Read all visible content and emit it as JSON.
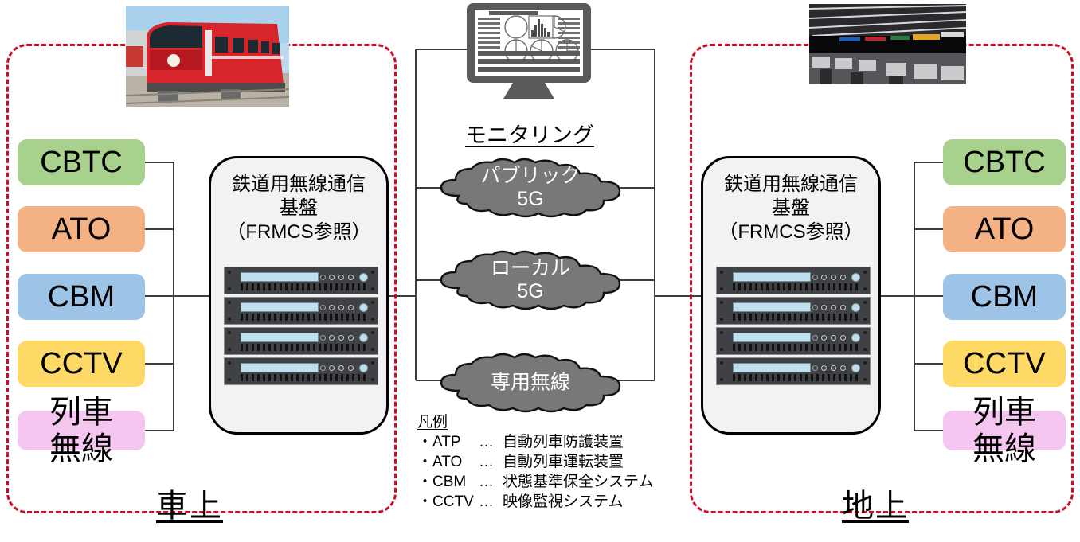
{
  "zones": {
    "onboard": {
      "label": "車上"
    },
    "ground": {
      "label": "地上"
    }
  },
  "photos": {
    "train": {
      "alt": "red-commuter-train-photo"
    },
    "ops_center": {
      "alt": "railway-operations-control-center-photo"
    }
  },
  "onboard_systems": [
    {
      "id": "cbtc",
      "label": "CBTC",
      "color": "#A9D18E",
      "lines": [
        "CBTC"
      ]
    },
    {
      "id": "ato",
      "label": "ATO",
      "color": "#F4B183",
      "lines": [
        "ATO"
      ]
    },
    {
      "id": "cbm",
      "label": "CBM",
      "color": "#9DC3E6",
      "lines": [
        "CBM"
      ]
    },
    {
      "id": "cctv",
      "label": "CCTV",
      "color": "#FFD966",
      "lines": [
        "CCTV"
      ]
    },
    {
      "id": "train-radio",
      "label": "列車無線",
      "color": "#F4C6F0",
      "lines": [
        "列車",
        "無線"
      ]
    }
  ],
  "ground_systems": [
    {
      "id": "cbtc",
      "label": "CBTC",
      "color": "#A9D18E",
      "lines": [
        "CBTC"
      ]
    },
    {
      "id": "ato",
      "label": "ATO",
      "color": "#F4B183",
      "lines": [
        "ATO"
      ]
    },
    {
      "id": "cbm",
      "label": "CBM",
      "color": "#9DC3E6",
      "lines": [
        "CBM"
      ]
    },
    {
      "id": "cctv",
      "label": "CCTV",
      "color": "#FFD966",
      "lines": [
        "CCTV"
      ]
    },
    {
      "id": "train-radio",
      "label": "列車無線",
      "color": "#F4C6F0",
      "lines": [
        "列車",
        "無線"
      ]
    }
  ],
  "platform": {
    "title_lines": [
      "鉄道用無線通信",
      "基盤",
      "（FRMCS参照）"
    ],
    "rack_units": 4
  },
  "monitoring": {
    "label": "モニタリング",
    "monitor_icon": "dashboard-monitor-icon"
  },
  "networks": [
    {
      "id": "public-5g",
      "lines": [
        "パブリック",
        "5G"
      ],
      "fill": "#787878"
    },
    {
      "id": "local-5g",
      "lines": [
        "ローカル",
        "5G"
      ],
      "fill": "#787878"
    },
    {
      "id": "private-radio",
      "lines": [
        "専用無線"
      ],
      "fill": "#787878"
    }
  ],
  "legend": {
    "title": "凡例",
    "entries": [
      {
        "bullet": "・",
        "abbr": "ATP",
        "dots": "…",
        "desc": "自動列車防護装置"
      },
      {
        "bullet": "・",
        "abbr": "ATO",
        "dots": "…",
        "desc": "自動列車運転装置"
      },
      {
        "bullet": "・",
        "abbr": "CBM",
        "dots": "…",
        "desc": "状態基準保全システム"
      },
      {
        "bullet": "・",
        "abbr": "CCTV",
        "dots": "…",
        "desc": "映像監視システム"
      }
    ]
  },
  "colors": {
    "zone_border": "#CE0A24",
    "cloud_fill": "#787878",
    "platform_fill": "#F2F2F2",
    "wire": "#3C3C3C"
  }
}
